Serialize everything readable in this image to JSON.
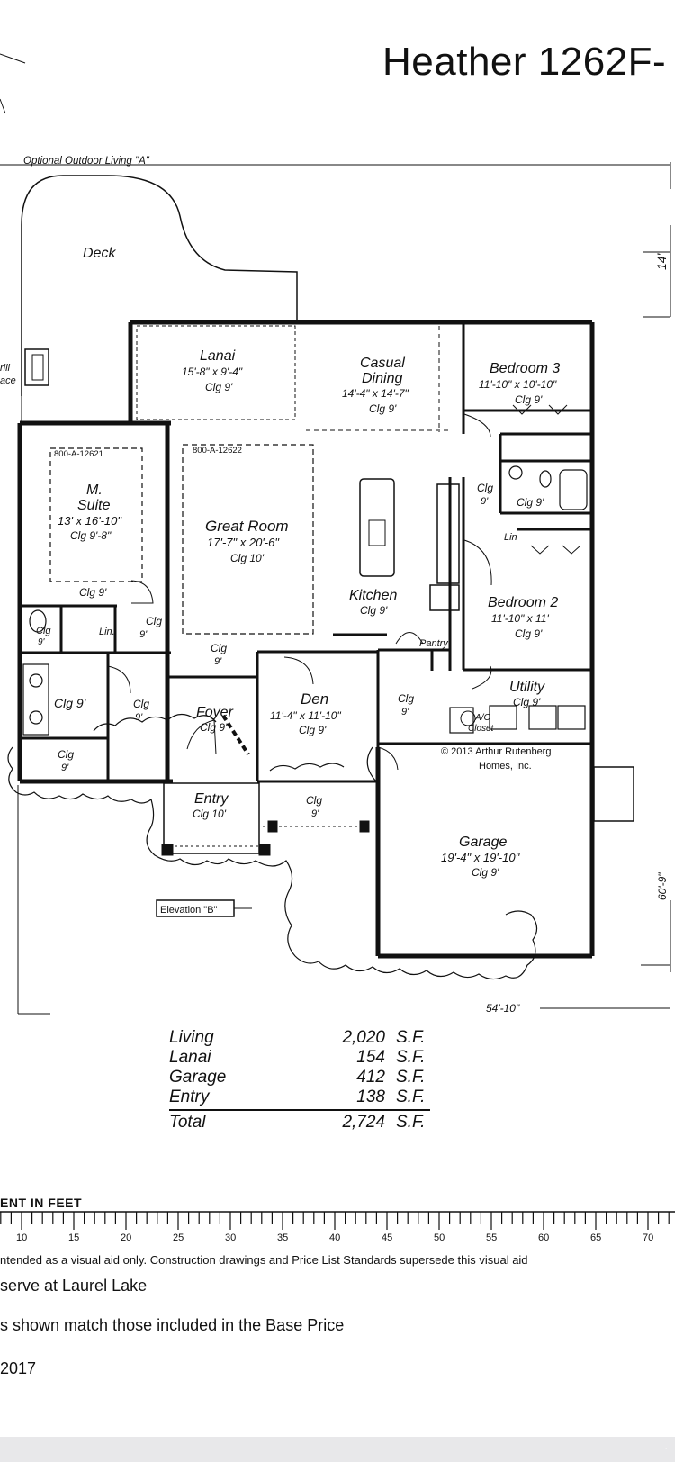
{
  "title": "Heather 1262F-",
  "labels": {
    "outdoor_living": "Optional Outdoor Living \"A\"",
    "deck": "Deck",
    "grill": "rill",
    "grill2": "ace",
    "dim_14": "14'",
    "dim_60_9": "60'-9\"",
    "dim_54_10": "54'-10\"",
    "elevation": "Elevation \"B\"",
    "copyright1": "© 2013 Arthur Rutenberg",
    "copyright2": "Homes, Inc.",
    "plan_a": "800-A-12621",
    "plan_b": "800-A-12622"
  },
  "rooms": {
    "lanai": {
      "name": "Lanai",
      "dim": "15'-8\" x 9'-4\"",
      "clg": "Clg 9'"
    },
    "casual_dining": {
      "name1": "Casual",
      "name2": "Dining",
      "dim": "14'-4\" x 14'-7\"",
      "clg": "Clg 9'"
    },
    "bedroom3": {
      "name": "Bedroom 3",
      "dim": "11'-10\" x 10'-10\"",
      "clg": "Clg 9'"
    },
    "m_suite": {
      "name1": "M.",
      "name2": "Suite",
      "dim": "13' x 16'-10\"",
      "clg": "Clg 9'-8\"",
      "clg2": "Clg 9'"
    },
    "great_room": {
      "name": "Great Room",
      "dim": "17'-7\" x 20'-6\"",
      "clg": "Clg 10'"
    },
    "kitchen": {
      "name": "Kitchen",
      "clg": "Clg 9'"
    },
    "bedroom2": {
      "name": "Bedroom 2",
      "dim": "11'-10\" x 11'",
      "clg": "Clg 9'"
    },
    "den": {
      "name": "Den",
      "dim": "11'-4\" x 11'-10\"",
      "clg": "Clg 9'"
    },
    "foyer": {
      "name": "Foyer",
      "clg": "Clg 9'"
    },
    "utility": {
      "name": "Utility",
      "clg": "Clg 9'"
    },
    "entry": {
      "name": "Entry",
      "clg": "Clg 10'"
    },
    "garage": {
      "name": "Garage",
      "dim": "19'-4\" x 19'-10\"",
      "clg": "Clg 9'"
    },
    "misc": {
      "clg": "Clg",
      "nine": "9'",
      "lin": "Lin.",
      "lin2": "Lin",
      "pantry": "Pantry",
      "ac": "A/C",
      "closet": "Closet",
      "clg9": "Clg 9'"
    }
  },
  "areas": [
    {
      "name": "Living",
      "value": "2,020",
      "unit": "S.F."
    },
    {
      "name": "Lanai",
      "value": "154",
      "unit": "S.F."
    },
    {
      "name": "Garage",
      "value": "412",
      "unit": "S.F."
    },
    {
      "name": "Entry",
      "value": "138",
      "unit": "S.F."
    }
  ],
  "total": {
    "name": "Total",
    "value": "2,724",
    "unit": "S.F."
  },
  "scale": {
    "label": "ENT IN FEET",
    "ticks": [
      "10",
      "15",
      "20",
      "25",
      "30",
      "35",
      "40",
      "45",
      "50",
      "55",
      "60",
      "65",
      "70"
    ]
  },
  "notes": {
    "line1": "ntended as a visual aid only.  Construction drawings and Price List Standards supersede this visual aid",
    "line2": "serve at Laurel Lake",
    "line3": "s shown match those included in the Base Price",
    "line4": "2017"
  },
  "colors": {
    "ink": "#111111",
    "background": "#ffffff",
    "footer": "#e8e8ea"
  }
}
